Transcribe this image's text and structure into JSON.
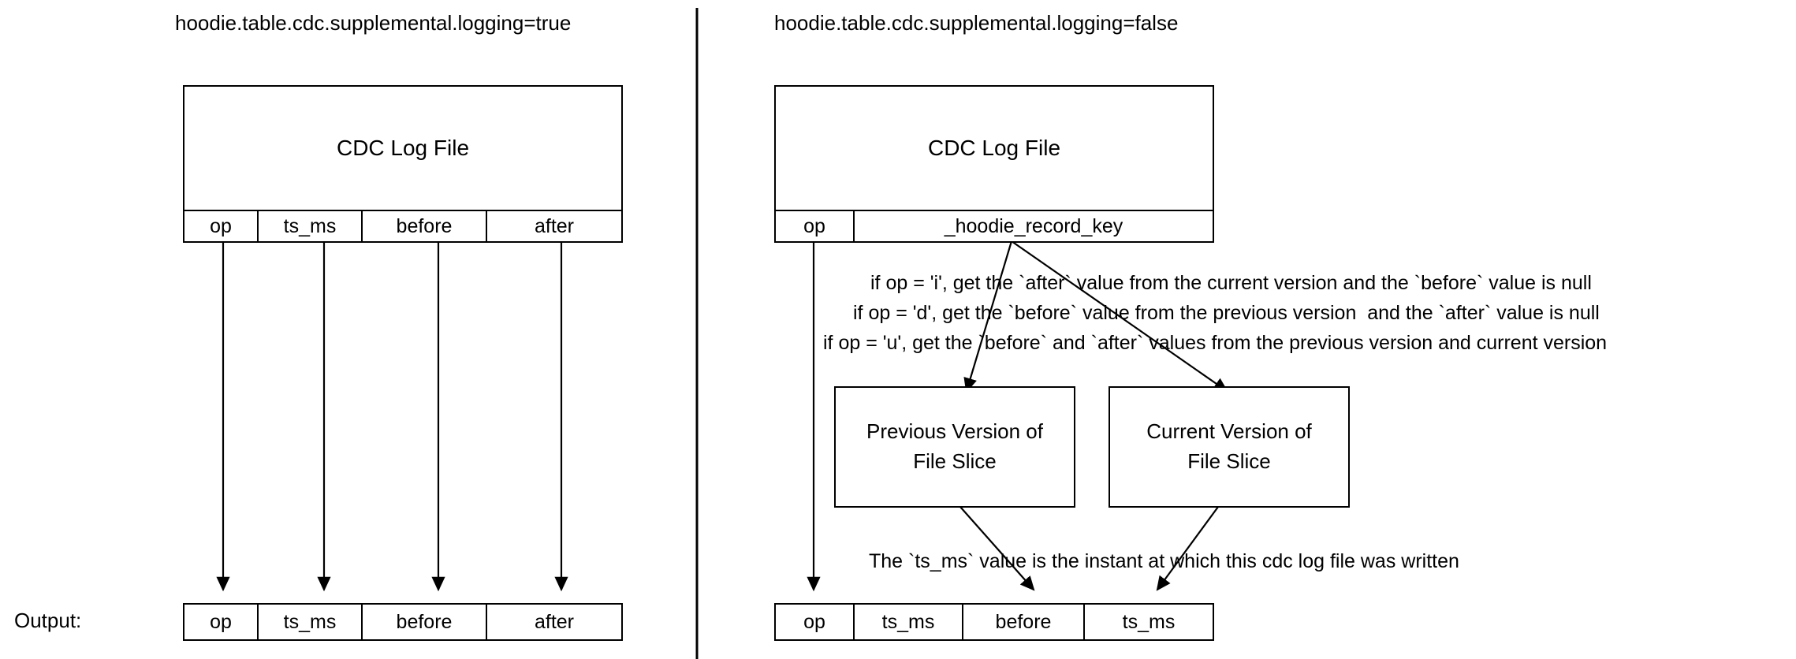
{
  "diagram": {
    "title_left": "hoodie.table.cdc.supplemental.logging=true",
    "title_right": "hoodie.table.cdc.supplemental.logging=false",
    "output_label": "Output:",
    "left_panel": {
      "source_box_label": "CDC Log File",
      "schema_columns": [
        "op",
        "ts_ms",
        "before",
        "after"
      ],
      "output_columns": [
        "op",
        "ts_ms",
        "before",
        "after"
      ]
    },
    "right_panel": {
      "source_box_label": "CDC Log File",
      "schema_columns": [
        "op",
        "_hoodie_record_key"
      ],
      "output_columns": [
        "op",
        "ts_ms",
        "before",
        "ts_ms"
      ],
      "previous_slice_line1": "Previous Version of",
      "previous_slice_line2": "File Slice",
      "current_slice_line1": "Current Version of",
      "current_slice_line2": "File Slice",
      "rule_line_1": "if op = 'i', get the `after` value from the current version and the `before` value is null",
      "rule_line_2": "if op = 'd', get the `before` value from the previous version  and the `after` value is null",
      "rule_line_3": "if op = 'u', get the `before` and `after` values from the previous version and current version",
      "ts_note": "The `ts_ms` value is the instant at which this cdc log file was written"
    }
  },
  "colors": {
    "stroke": "#000000",
    "fill": "#ffffff",
    "text": "#000000"
  }
}
